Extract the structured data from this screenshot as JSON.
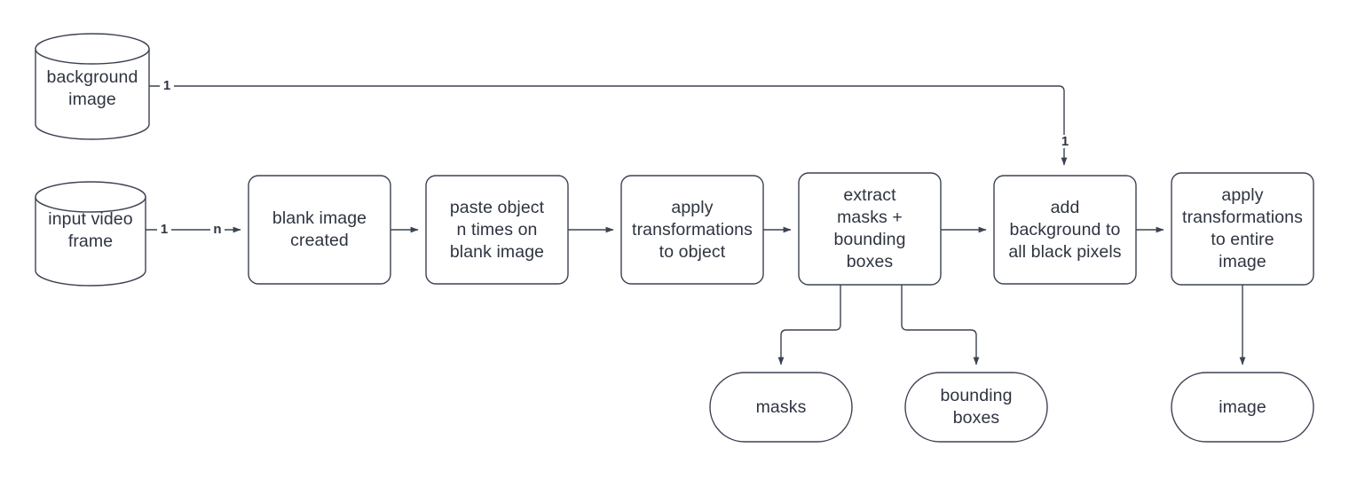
{
  "diagram": {
    "title": "synthetic data generation pipeline flowchart",
    "stroke_color": "#3b4252",
    "text_color": "#2e3440",
    "background_color": "#ffffff",
    "nodes": [
      {
        "id": "background-image",
        "shape": "cylinder",
        "label": "background\nimage"
      },
      {
        "id": "input-video-frame",
        "shape": "cylinder",
        "label": "input video\nframe"
      },
      {
        "id": "blank-image-created",
        "shape": "process",
        "label": "blank image\ncreated"
      },
      {
        "id": "paste-object",
        "shape": "process",
        "label": "paste object\nn times on\nblank image"
      },
      {
        "id": "apply-transformations-object",
        "shape": "process",
        "label": "apply\ntransformations\nto object"
      },
      {
        "id": "extract-masks-boxes",
        "shape": "process",
        "label": "extract\nmasks +\nbounding\nboxes"
      },
      {
        "id": "add-background",
        "shape": "process",
        "label": "add\nbackground to\nall black pixels"
      },
      {
        "id": "apply-transformations-image",
        "shape": "process",
        "label": "apply\ntransformations\nto entire\nimage"
      },
      {
        "id": "masks",
        "shape": "terminator",
        "label": "masks"
      },
      {
        "id": "bounding-boxes",
        "shape": "terminator",
        "label": "bounding\nboxes"
      },
      {
        "id": "image",
        "shape": "terminator",
        "label": "image"
      }
    ],
    "edge_labels": [
      {
        "id": "background-to-add-source",
        "text": "1"
      },
      {
        "id": "background-to-add-target",
        "text": "1"
      },
      {
        "id": "frame-to-blank-source",
        "text": "1"
      },
      {
        "id": "frame-to-blank-target",
        "text": "n"
      }
    ],
    "edges": [
      {
        "from": "background-image",
        "to": "add-background"
      },
      {
        "from": "input-video-frame",
        "to": "blank-image-created"
      },
      {
        "from": "blank-image-created",
        "to": "paste-object"
      },
      {
        "from": "paste-object",
        "to": "apply-transformations-object"
      },
      {
        "from": "apply-transformations-object",
        "to": "extract-masks-boxes"
      },
      {
        "from": "extract-masks-boxes",
        "to": "add-background"
      },
      {
        "from": "extract-masks-boxes",
        "to": "masks"
      },
      {
        "from": "extract-masks-boxes",
        "to": "bounding-boxes"
      },
      {
        "from": "add-background",
        "to": "apply-transformations-image"
      },
      {
        "from": "apply-transformations-image",
        "to": "image"
      }
    ]
  }
}
